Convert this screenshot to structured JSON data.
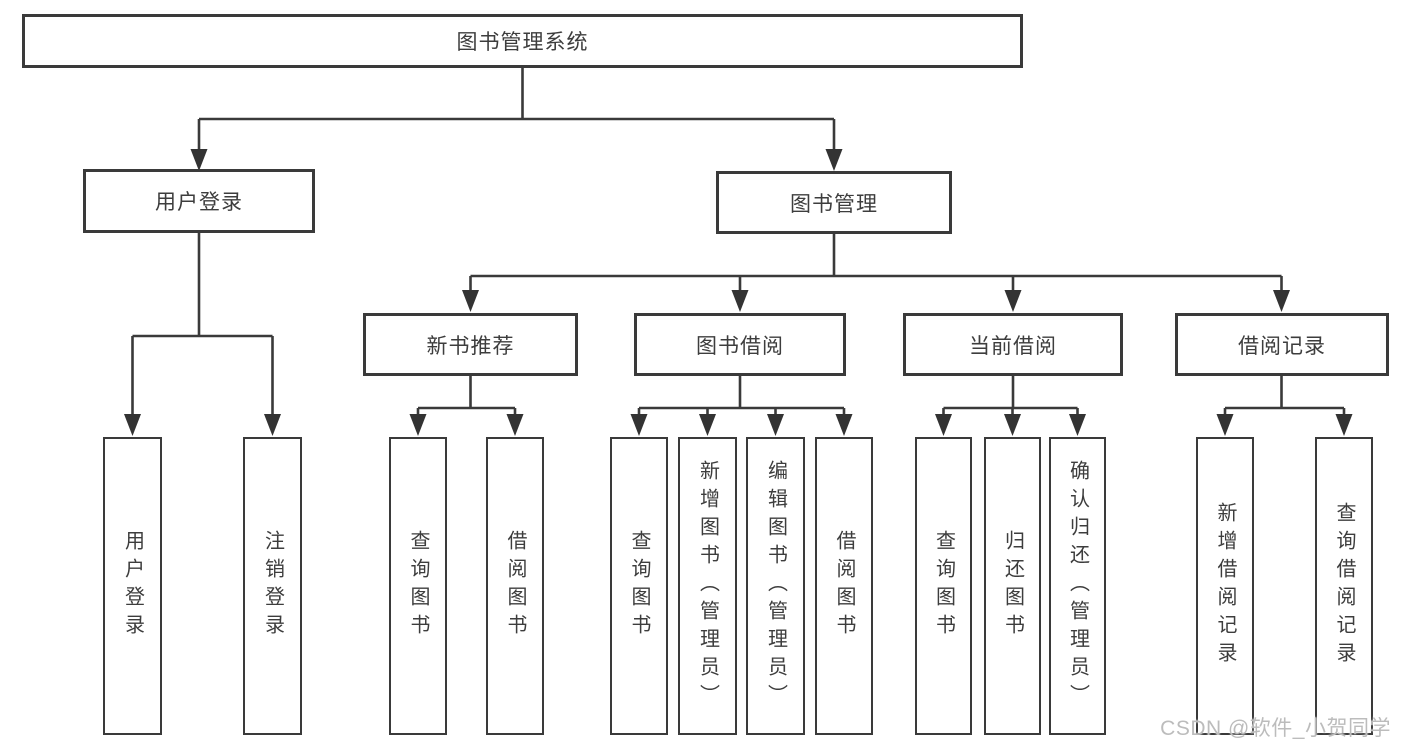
{
  "diagram": {
    "title": "图书管理系统",
    "root": {
      "label": "图书管理系统"
    },
    "branches": {
      "user_login": {
        "label": "用户登录",
        "children": [
          "用户登录",
          "注销登录"
        ]
      },
      "book_management": {
        "label": "图书管理",
        "sections": {
          "new_book_recommendation": {
            "label": "新书推荐",
            "children": [
              "查询图书",
              "借阅图书"
            ]
          },
          "book_borrowing": {
            "label": "图书借阅",
            "children": [
              "查询图书",
              "新增图书（管理员）",
              "编辑图书（管理员）",
              "借阅图书"
            ]
          },
          "current_borrowing": {
            "label": "当前借阅",
            "children": [
              "查询图书",
              "归还图书",
              "确认归还（管理员）"
            ]
          },
          "borrowing_records": {
            "label": "借阅记录",
            "children": [
              "新增借阅记录",
              "查询借阅记录"
            ]
          }
        }
      }
    }
  },
  "watermark": {
    "text": "CSDN @软件_小贺同学"
  },
  "colors": {
    "line": "#3a3a3a",
    "box_border": "#3a3a3a",
    "text": "#3d3d3d",
    "background": "#ffffff",
    "watermark": "#bcbcbc"
  }
}
